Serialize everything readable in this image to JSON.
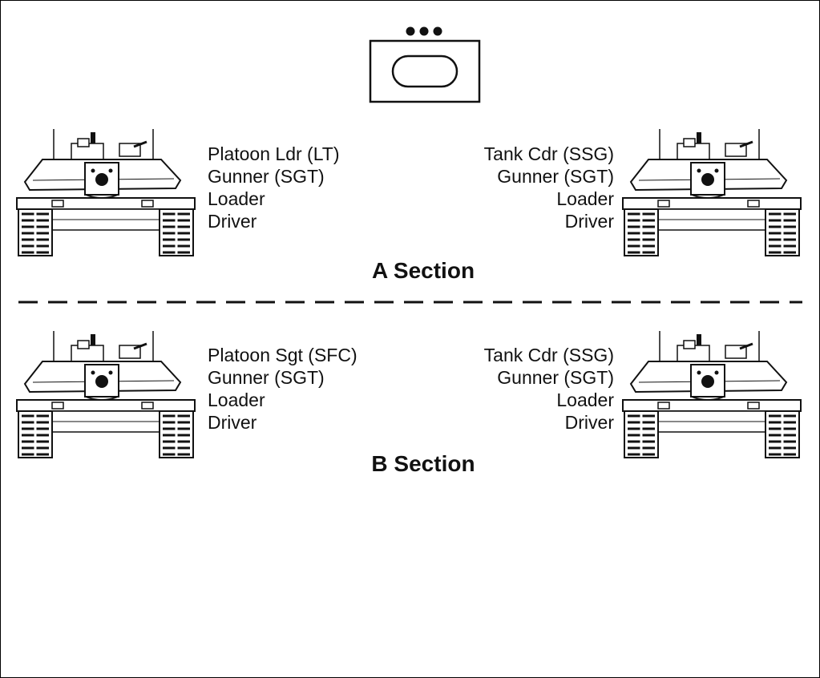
{
  "colors": {
    "ink": "#111111",
    "background": "#ffffff"
  },
  "platoon_symbol": {
    "icon": "platoon-leader-symbol",
    "echelon_dots": 3
  },
  "sections": [
    {
      "title": "A Section",
      "tanks": [
        {
          "icon": "m1-tank-icon",
          "crew": [
            "Platoon Ldr (LT)",
            "Gunner (SGT)",
            "Loader",
            "Driver"
          ]
        },
        {
          "icon": "m1-tank-icon",
          "crew": [
            "Tank Cdr (SSG)",
            "Gunner (SGT)",
            "Loader",
            "Driver"
          ]
        }
      ]
    },
    {
      "title": "B Section",
      "tanks": [
        {
          "icon": "m1-tank-icon",
          "crew": [
            "Platoon Sgt (SFC)",
            "Gunner (SGT)",
            "Loader",
            "Driver"
          ]
        },
        {
          "icon": "m1-tank-icon",
          "crew": [
            "Tank Cdr (SSG)",
            "Gunner (SGT)",
            "Loader",
            "Driver"
          ]
        }
      ]
    }
  ]
}
